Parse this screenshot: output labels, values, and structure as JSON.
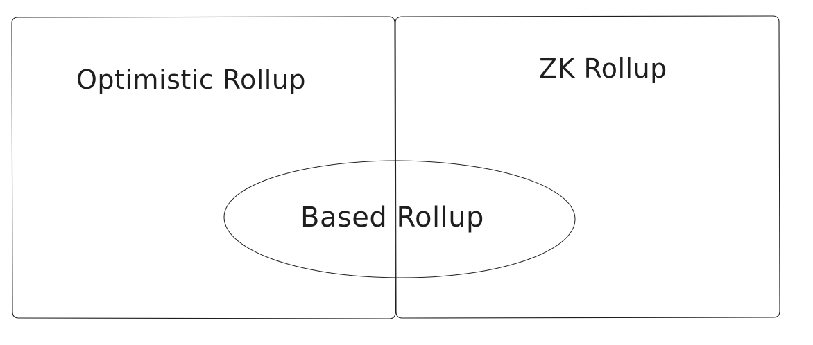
{
  "diagram": {
    "boxes": [
      {
        "id": "optimistic",
        "label": "Optimistic Rollup"
      },
      {
        "id": "zk",
        "label": "ZK Rollup"
      }
    ],
    "overlap": {
      "id": "based",
      "label": "Based Rollup"
    },
    "stroke_color": "#1e1e1e",
    "background_color": "#ffffff"
  }
}
